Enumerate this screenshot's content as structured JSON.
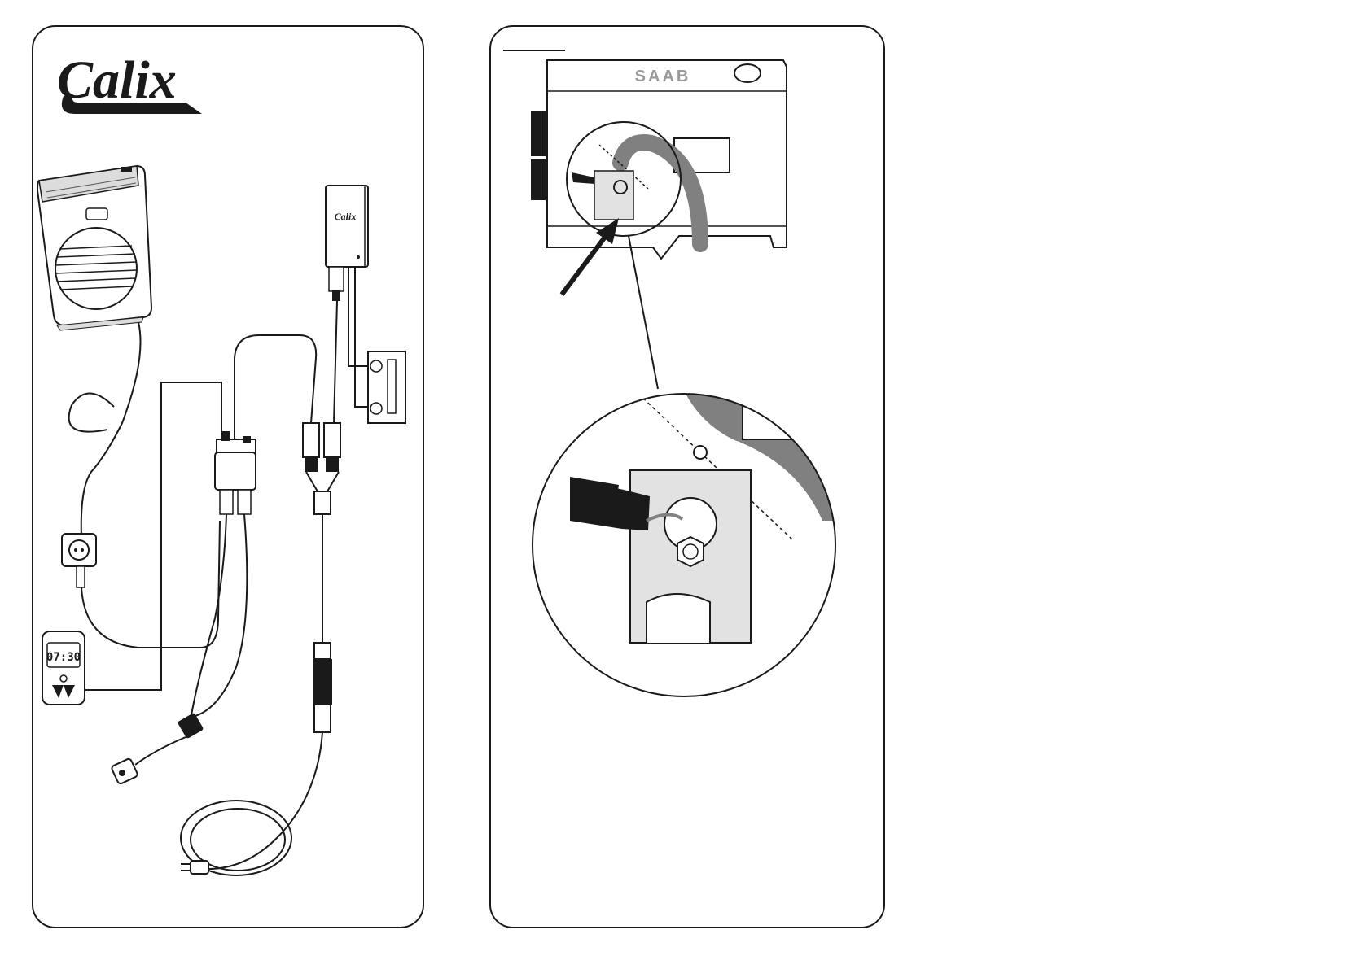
{
  "left_panel": {
    "logo_text": "Calix",
    "timer_display": "07:30"
  },
  "right_panel": {
    "engine_brand": "SAAB"
  },
  "colors": {
    "ink": "#1a1a1a",
    "hose_gray": "#808080",
    "plate_gray": "#e2e2e2",
    "heater_shade": "#dcdcdc"
  },
  "icons": {
    "heater": "fan-heater-icon",
    "timer": "timer-remote-icon",
    "control_unit": "control-box-icon",
    "plug": "power-plug-icon"
  }
}
